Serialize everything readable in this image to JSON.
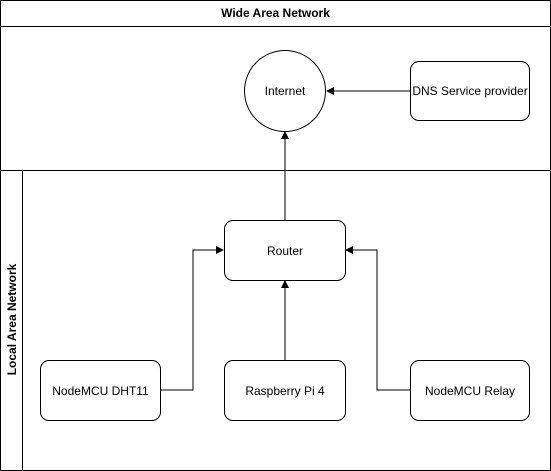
{
  "diagram": {
    "wan_title": "Wide Area Network",
    "lan_title": "Local Area Network",
    "nodes": {
      "internet": "Internet",
      "dns": "DNS Service provider",
      "router": "Router",
      "dht11": "NodeMCU DHT11",
      "rpi": "Raspberry Pi 4",
      "relay": "NodeMCU Relay"
    },
    "edges": [
      {
        "from": "dns",
        "to": "internet"
      },
      {
        "from": "router",
        "to": "internet"
      },
      {
        "from": "dht11",
        "to": "router"
      },
      {
        "from": "rpi",
        "to": "router"
      },
      {
        "from": "relay",
        "to": "router"
      }
    ]
  }
}
